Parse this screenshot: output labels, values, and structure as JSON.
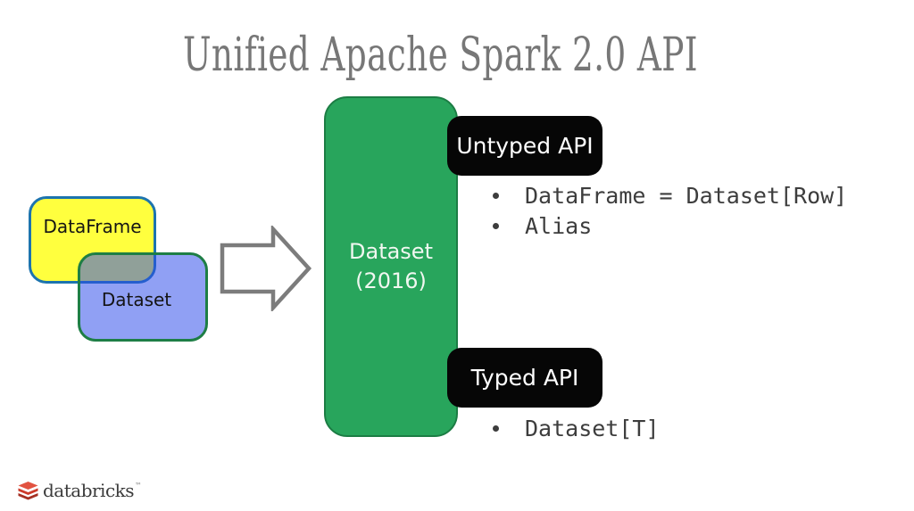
{
  "slide": {
    "title": "Unified Apache Spark 2.0 API",
    "venn": {
      "dataframe_label": "DataFrame",
      "dataset_label": "Dataset"
    },
    "dataset_box": {
      "line1": "Dataset",
      "line2": "(2016)"
    },
    "untyped_api": {
      "badge_label": "Untyped API",
      "bullets": [
        "DataFrame = Dataset[Row]",
        "Alias"
      ]
    },
    "typed_api": {
      "badge_label": "Typed API",
      "bullets": [
        "Dataset[T]"
      ]
    },
    "footer": {
      "brand": "databricks",
      "trademark_mark": "™"
    },
    "icons": {
      "arrow": "block-arrow-right-icon",
      "brand": "databricks-logo-icon"
    },
    "colors": {
      "dataframe_fill": "#ffff3e",
      "dataframe_border": "#1d74ae",
      "dataset_fill_over_white": "#8c9df5",
      "dataset_border": "#1e7e45",
      "overlap_blend": "#879a99",
      "dataset_box_fill": "#28a55c",
      "dataset_box_border": "#1c7d44",
      "badge_fill": "#060606",
      "bullet_text": "#3d3d3d",
      "title_gray": "#777777",
      "brand_red": "#d8402e",
      "arrow_stroke": "#7c7c7c"
    }
  }
}
